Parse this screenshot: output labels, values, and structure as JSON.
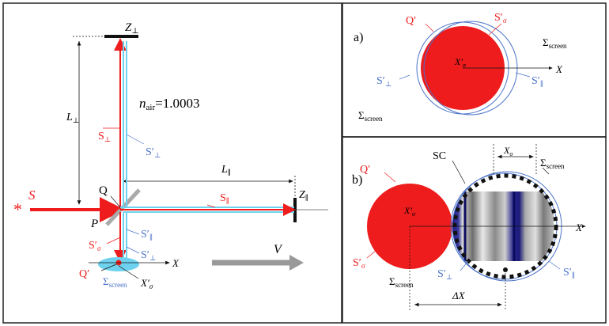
{
  "colors": {
    "red": "#ee1c1c",
    "blue": "#4a72c8",
    "cyan": "#6ed2ef",
    "gray": "#9a9a9a",
    "black": "#111111",
    "fringe_dark": "#1a1a8a"
  },
  "main": {
    "z_perp": {
      "main": "Z",
      "sub": "⊥"
    },
    "z_par": {
      "main": "Z",
      "sub": "∥"
    },
    "n_air": {
      "main": "n",
      "sub": "air",
      "rest": "=1.0003"
    },
    "l_perp": {
      "main": "L",
      "sub": "⊥"
    },
    "l_par": {
      "main": "L",
      "sub": "∥"
    },
    "s_perp": {
      "main": "S",
      "sub": "⊥"
    },
    "s_prime_perp": {
      "main": "S′",
      "sub": "⊥"
    },
    "s_par": {
      "main": "S",
      "sub": "∥"
    },
    "s_prime_par": {
      "main": "S′",
      "sub": "∥"
    },
    "s_prime_perp_lower": {
      "main": "S′",
      "sub": "⊥"
    },
    "s_prime_sigma": {
      "main": "S′",
      "sub": "σ"
    },
    "q": "Q",
    "p": "P",
    "source": "S",
    "star": "*",
    "q_prime": "Q′",
    "x_axis": "X",
    "sigma_screen": {
      "main": "Σ",
      "sub": "screen"
    },
    "x_prime_sigma": {
      "main": "X′",
      "sub": "σ"
    },
    "v": "V"
  },
  "panel_a": {
    "label": "a)",
    "q_prime": "Q′",
    "s_prime_sigma": {
      "main": "S′",
      "sub": "σ"
    },
    "sigma_screen_top": {
      "main": "Σ",
      "sub": "screen"
    },
    "x_prime_sigma": {
      "main": "X′",
      "sub": "σ"
    },
    "x_axis": "X",
    "s_prime_perp": {
      "main": "S′",
      "sub": "⊥"
    },
    "s_prime_par": {
      "main": "S′",
      "sub": "∥"
    },
    "sigma_screen_bottom": {
      "main": "Σ",
      "sub": "screen"
    }
  },
  "panel_b": {
    "label": "b)",
    "q_prime": "Q′",
    "sc": "SC",
    "x_o": {
      "main": "X",
      "sub": "o"
    },
    "sigma_screen_top": {
      "main": "Σ",
      "sub": "screen"
    },
    "x_prime_sigma": {
      "main": "X′",
      "sub": "σ"
    },
    "x_axis": "X",
    "s_prime_sigma": {
      "main": "S′",
      "sub": "σ"
    },
    "sigma_screen_bottom": {
      "main": "Σ",
      "sub": "screen"
    },
    "s_prime_perp": {
      "main": "S′",
      "sub": "⊥"
    },
    "s_prime_par": {
      "main": "S′",
      "sub": "∥"
    },
    "delta_x": "ΔX"
  }
}
